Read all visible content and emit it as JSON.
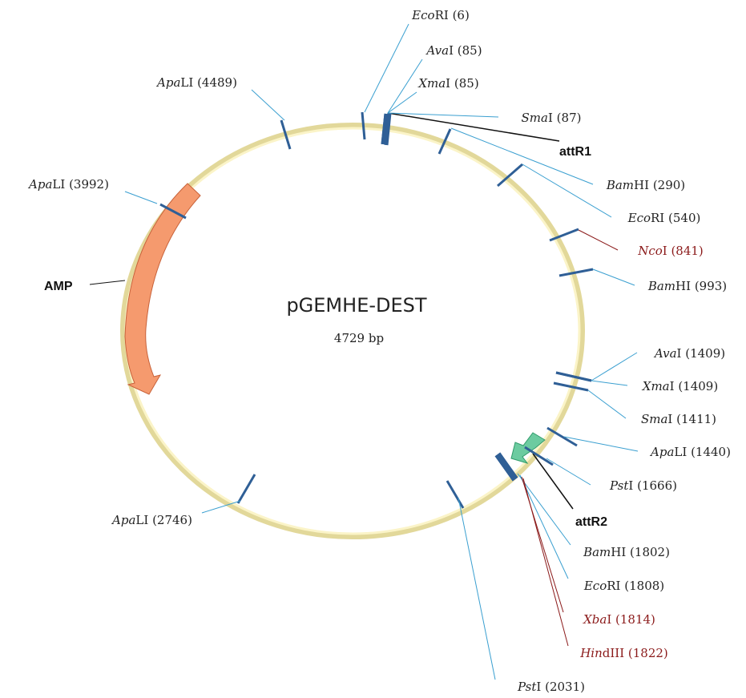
{
  "plasmid": {
    "name": "pGEMHE-DEST",
    "size_label": "4729 bp",
    "total_bp": 4729
  },
  "colors": {
    "backbone_fill": "#fbf4c8",
    "backbone_stroke": "#e2d89a",
    "site_tick": "#2f5f96",
    "leader_normal": "#3a9fd0",
    "leader_unique": "#8b1a1a",
    "label_normal": "#222222",
    "label_unique": "#8b1a1a",
    "amp": "#f59a6e",
    "amp_stroke": "#c8623a",
    "attR2": "#6ccba0",
    "attR2_stroke": "#2f9b6a",
    "feature_leader": "#111111"
  },
  "sites": [
    {
      "italic": "Eco",
      "rest": "RI",
      "pos": "(6)",
      "unique": false
    },
    {
      "italic": "Ava",
      "rest": "I",
      "pos": "(85)",
      "unique": false
    },
    {
      "italic": "Xma",
      "rest": "I",
      "pos": "(85)",
      "unique": false
    },
    {
      "italic": "Sma",
      "rest": "I",
      "pos": "(87)",
      "unique": false
    },
    {
      "italic": "Bam",
      "rest": "HI",
      "pos": "(290)",
      "unique": false
    },
    {
      "italic": "Eco",
      "rest": "RI",
      "pos": "(540)",
      "unique": false
    },
    {
      "italic": "Nco",
      "rest": "I",
      "pos": "(841)",
      "unique": true
    },
    {
      "italic": "Bam",
      "rest": "HI",
      "pos": "(993)",
      "unique": false
    },
    {
      "italic": "Ava",
      "rest": "I",
      "pos": "(1409)",
      "unique": false
    },
    {
      "italic": "Xma",
      "rest": "I",
      "pos": "(1409)",
      "unique": false
    },
    {
      "italic": "Sma",
      "rest": "I",
      "pos": "(1411)",
      "unique": false
    },
    {
      "italic": "Apa",
      "rest": "LI",
      "pos": "(1440)",
      "unique": false
    },
    {
      "italic": "Pst",
      "rest": "I",
      "pos": "(1666)",
      "unique": false
    },
    {
      "italic": "Bam",
      "rest": "HI",
      "pos": "(1802)",
      "unique": false
    },
    {
      "italic": "Eco",
      "rest": "RI",
      "pos": "(1808)",
      "unique": false
    },
    {
      "italic": "Xba",
      "rest": "I",
      "pos": "(1814)",
      "unique": true
    },
    {
      "italic": "Hin",
      "rest": "dIII",
      "pos": "(1822)",
      "unique": true
    },
    {
      "italic": "Pst",
      "rest": "I",
      "pos": "(2031)",
      "unique": false
    },
    {
      "italic": "Apa",
      "rest": "LI",
      "pos": "(2746)",
      "unique": false
    },
    {
      "italic": "Apa",
      "rest": "LI",
      "pos": "(3992)",
      "unique": false
    },
    {
      "italic": "Apa",
      "rest": "LI",
      "pos": "(4489)",
      "unique": false
    }
  ],
  "features": {
    "attR1": "attR1",
    "attR2": "attR2",
    "amp": "AMP"
  }
}
